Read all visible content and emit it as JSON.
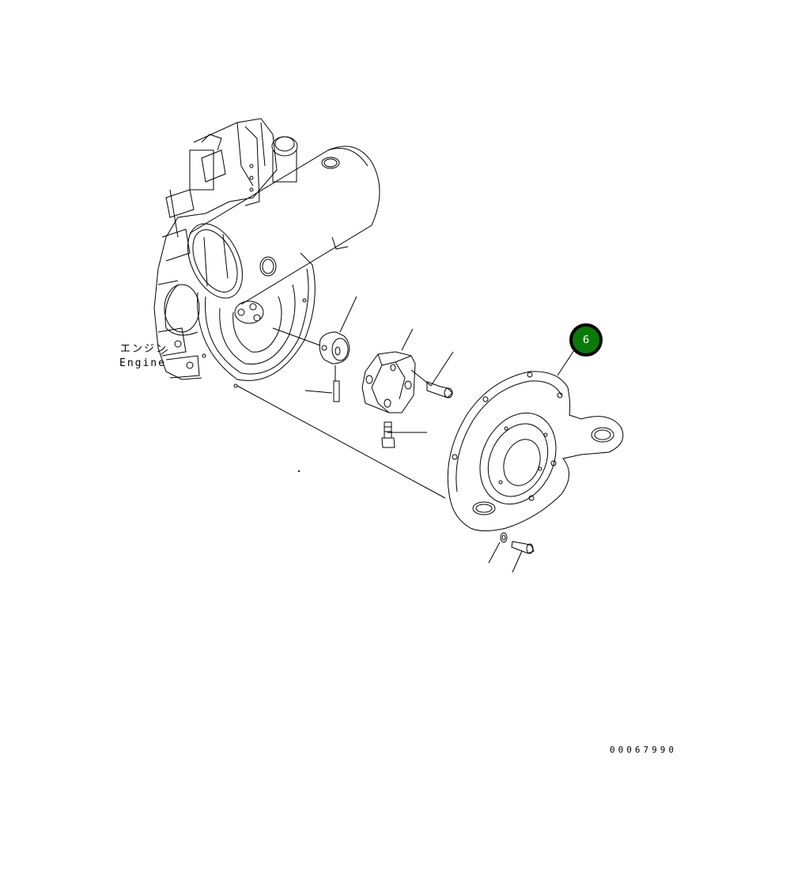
{
  "diagram": {
    "type": "exploded-parts-view",
    "labels": {
      "engine_jp": "エンジン",
      "engine_en": "Engine"
    },
    "callouts": [
      {
        "number": "6",
        "color": "#0a7a0a",
        "points_to": "flywheel-housing-cover"
      }
    ],
    "drawing_number": "00067990",
    "parts": [
      "engine-block",
      "flywheel-housing",
      "coupling-hub",
      "spring-pin",
      "rubber-coupling-element",
      "socket-head-bolt-upper",
      "socket-head-bolt-lower",
      "flywheel-housing-cover",
      "washer",
      "mounting-bolt"
    ]
  }
}
